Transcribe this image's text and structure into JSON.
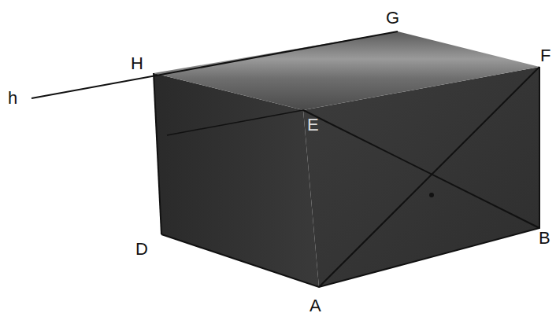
{
  "diagram": {
    "labels": [
      "h",
      "H",
      "G",
      "F",
      "E",
      "D",
      "B",
      "A"
    ]
  }
}
